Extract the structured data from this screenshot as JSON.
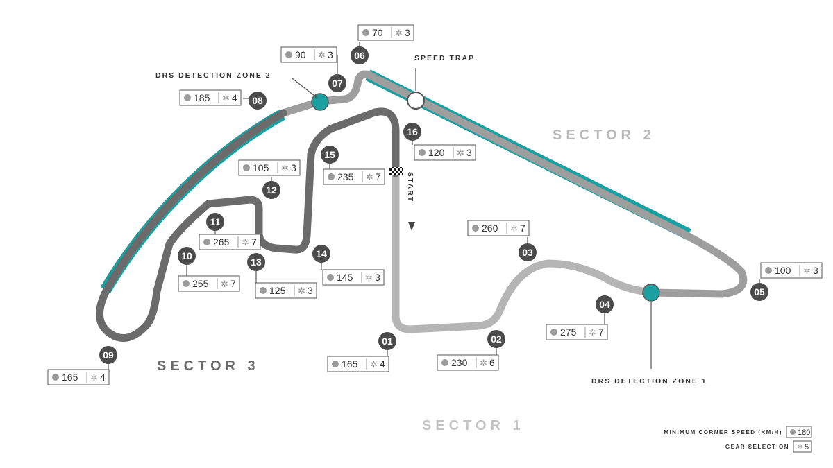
{
  "colors": {
    "sector1": "#b5b5b5",
    "sector2": "#9e9e9e",
    "sector3": "#6b6b6b",
    "drs": "#1aa0a0",
    "corner_badge": "#4b4b4b",
    "sector_label_1": "#c4c4c4",
    "sector_label_2": "#b8b8b8",
    "sector_label_3": "#6b6b6b"
  },
  "labels": {
    "sector1": "SECTOR 1",
    "sector2": "SECTOR 2",
    "sector3": "SECTOR 3",
    "start": "START",
    "speed_trap": "SPEED TRAP",
    "drs_zone_1": "DRS DETECTION ZONE 1",
    "drs_zone_2": "DRS DETECTION ZONE 2"
  },
  "legend": {
    "min_speed_label": "MINIMUM CORNER SPEED (KM/H)",
    "min_speed_value": "180",
    "gear_label": "GEAR SELECTION",
    "gear_value": "5",
    "speed_icon": "speedometer-icon",
    "gear_icon": "gear-icon"
  },
  "corners": [
    {
      "number": "01",
      "speed": "165",
      "gear": "4"
    },
    {
      "number": "02",
      "speed": "230",
      "gear": "6"
    },
    {
      "number": "03",
      "speed": "260",
      "gear": "7"
    },
    {
      "number": "04",
      "speed": "275",
      "gear": "7"
    },
    {
      "number": "05",
      "speed": "100",
      "gear": "3"
    },
    {
      "number": "06",
      "speed": "70",
      "gear": "3"
    },
    {
      "number": "07",
      "speed": "90",
      "gear": "3"
    },
    {
      "number": "08",
      "speed": "185",
      "gear": "4"
    },
    {
      "number": "09",
      "speed": "165",
      "gear": "4"
    },
    {
      "number": "10",
      "speed": "255",
      "gear": "7"
    },
    {
      "number": "11",
      "speed": "265",
      "gear": "7"
    },
    {
      "number": "12",
      "speed": "105",
      "gear": "3"
    },
    {
      "number": "13",
      "speed": "125",
      "gear": "3"
    },
    {
      "number": "14",
      "speed": "145",
      "gear": "3"
    },
    {
      "number": "15",
      "speed": "235",
      "gear": "7"
    },
    {
      "number": "16",
      "speed": "120",
      "gear": "3"
    }
  ]
}
